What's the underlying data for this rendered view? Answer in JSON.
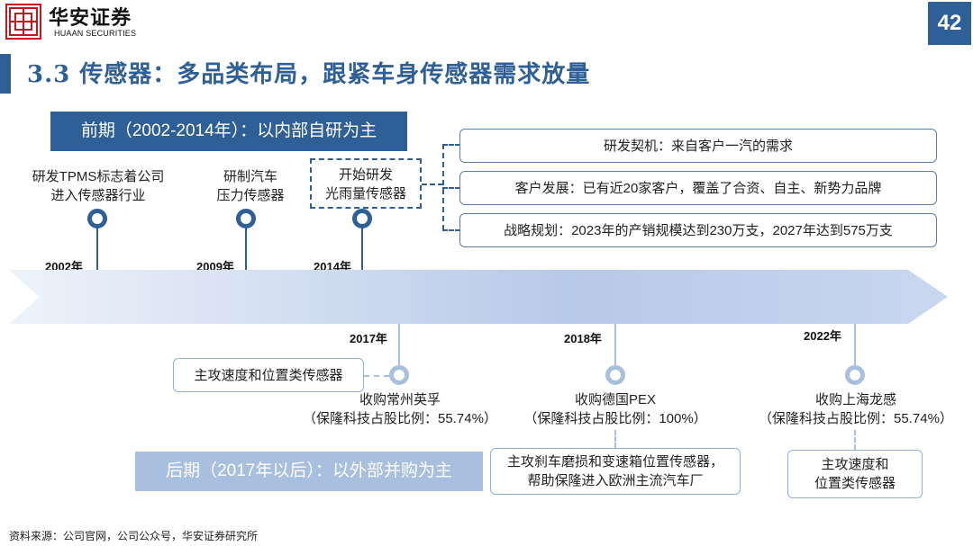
{
  "header": {
    "logo_cn": "华安证券",
    "logo_en": "HUAAN SECURITIES",
    "page_number": "42",
    "title": "3.3 传感器：多品类布局，跟紧车身传感器需求放量"
  },
  "phases": {
    "early": "前期（2002-2014年）：以内部自研为主",
    "late": "后期（2017年以后）：以外部并购为主"
  },
  "upper_events": [
    {
      "year": "2002年",
      "line1": "研发TPMS标志着公司",
      "line2": "进入传感器行业"
    },
    {
      "year": "2009年",
      "line1": "研制汽车",
      "line2": "压力传感器"
    },
    {
      "year": "2014年",
      "line1": "开始研发",
      "line2": "光雨量传感器"
    }
  ],
  "details_2014": [
    "研发契机：来自客户一汽的需求",
    "客户发展：已有近20家客户，覆盖了合资、自主、新势力品牌",
    "战略规划：2023年的产销规模达到230万支，2027年达到575万支"
  ],
  "lower_events": [
    {
      "year": "2017年",
      "line1": "收购常州英孚",
      "line2": "（保隆科技占股比例：55.74%）",
      "note": "主攻速度和位置类传感器"
    },
    {
      "year": "2018年",
      "line1": "收购德国PEX",
      "line2": "（保隆科技占股比例：100%）",
      "note_line1": "主攻刹车磨损和变速箱位置传感器，",
      "note_line2": "帮助保隆进入欧洲主流汽车厂"
    },
    {
      "year": "2022年",
      "line1": "收购上海龙感",
      "line2": "（保隆科技占股比例：55.74%）",
      "note_line1": "主攻速度和",
      "note_line2": "位置类传感器"
    }
  ],
  "footer": {
    "source": "资料来源：公司官网，公司公众号，华安证券研究所"
  },
  "colors": {
    "brand_dark": "#2e5f97",
    "brand_light": "#a8bfe0",
    "logo_red": "#c8161d"
  }
}
